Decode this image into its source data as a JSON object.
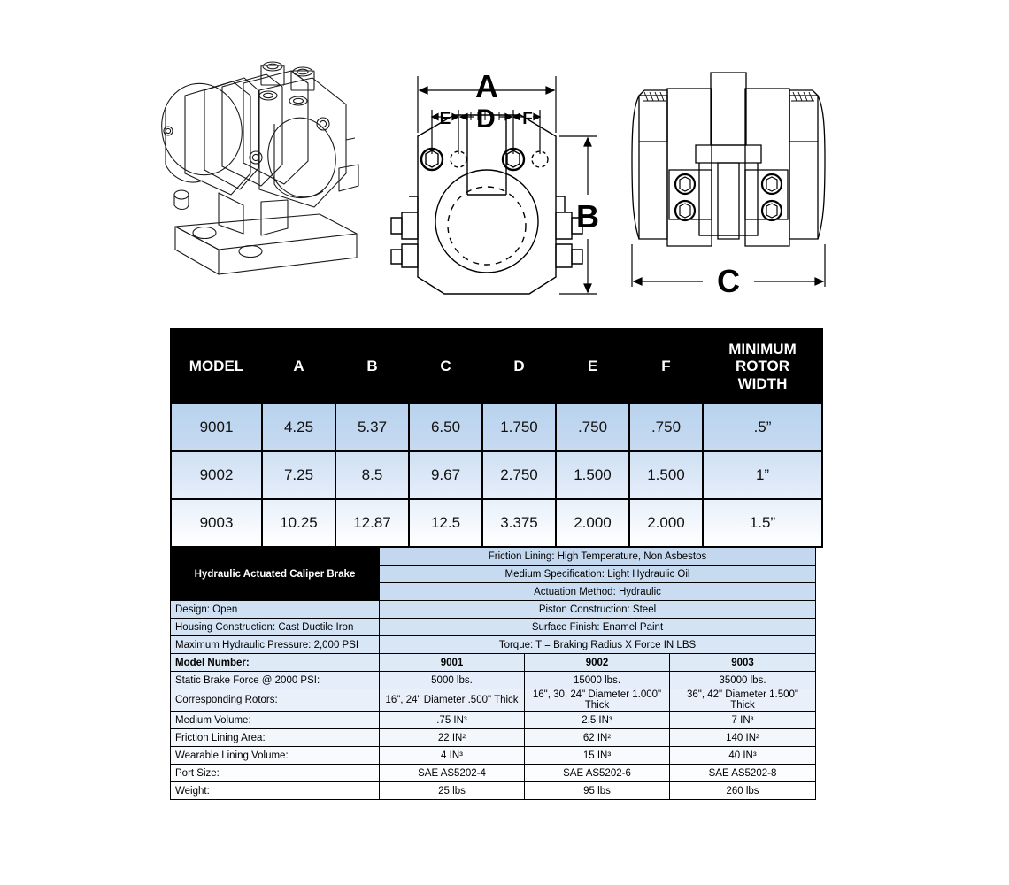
{
  "drawings": {
    "iso_view_label": "isometric-caliper-brake-assembly",
    "front_view_label": "front-elevation-view",
    "side_view_label": "side-elevation-view",
    "dimension_callouts": {
      "a": "A",
      "b": "B",
      "c": "C",
      "d": "D",
      "e": "E",
      "f": "F"
    }
  },
  "dimension_table": {
    "headers": [
      "MODEL",
      "A",
      "B",
      "C",
      "D",
      "E",
      "F",
      "MINIMUM\nROTOR\nWIDTH"
    ],
    "header_minimum_rotor_width_lines": [
      "MINIMUM",
      "ROTOR",
      "WIDTH"
    ],
    "rows": [
      {
        "model": "9001",
        "a": "4.25",
        "b": "5.37",
        "c": "6.50",
        "d": "1.750",
        "e": ".750",
        "f": ".750",
        "min_rotor_width": ".5”"
      },
      {
        "model": "9002",
        "a": "7.25",
        "b": "8.5",
        "c": "9.67",
        "d": "2.750",
        "e": "1.500",
        "f": "1.500",
        "min_rotor_width": "1”"
      },
      {
        "model": "9003",
        "a": "10.25",
        "b": "12.87",
        "c": "12.5",
        "d": "3.375",
        "e": "2.000",
        "f": "2.000",
        "min_rotor_width": "1.5”"
      }
    ]
  },
  "spec_table": {
    "title": "Hydraulic Actuated Caliper Brake",
    "merged_rows": [
      "Friction Lining: High Temperature, Non Asbestos",
      "Medium Specification:  Light Hydraulic Oil",
      "Actuation Method:  Hydraulic"
    ],
    "paired_rows": [
      {
        "label": "Design:  Open",
        "value": "Piston Construction:  Steel"
      },
      {
        "label": "Housing Construction:  Cast Ductile Iron",
        "value": "Surface Finish:  Enamel Paint"
      },
      {
        "label": "Maximum Hydraulic Pressure:  2,000 PSI",
        "value": "Torque:  T = Braking Radius X Force IN LBS"
      }
    ],
    "model_rows": [
      {
        "label": "Model Number:",
        "bold": true,
        "values": [
          "9001",
          "9002",
          "9003"
        ]
      },
      {
        "label": "Static Brake Force @ 2000 PSI:",
        "bold": false,
        "values": [
          "5000 lbs.",
          "15000 lbs.",
          "35000 lbs."
        ]
      },
      {
        "label": "Corresponding Rotors:",
        "bold": false,
        "values": [
          "16\", 24\" Diameter .500\" Thick",
          "16\", 30, 24\" Diameter 1.000\" Thick",
          "36\", 42\" Diameter 1.500\" Thick"
        ]
      },
      {
        "label": "Medium Volume:",
        "bold": false,
        "values": [
          ".75 IN³",
          "2.5 IN³",
          "7 IN³"
        ]
      },
      {
        "label": "Friction Lining Area:",
        "bold": false,
        "values": [
          "22 IN²",
          "62 IN²",
          "140 IN²"
        ]
      },
      {
        "label": "Wearable Lining Volume:",
        "bold": false,
        "values": [
          "4 IN³",
          "15 IN³",
          "40 IN³"
        ]
      },
      {
        "label": "Port Size:",
        "bold": false,
        "values": [
          "SAE AS5202-4",
          "SAE AS5202-6",
          "SAE AS5202-8"
        ]
      },
      {
        "label": "Weight:",
        "bold": false,
        "values": [
          "25 lbs",
          "95 lbs",
          "260 lbs"
        ]
      }
    ]
  },
  "colors": {
    "header_black": "#000000",
    "row_blue": "#c3d8ef",
    "line": "#000000",
    "page_background": "#ffffff"
  }
}
